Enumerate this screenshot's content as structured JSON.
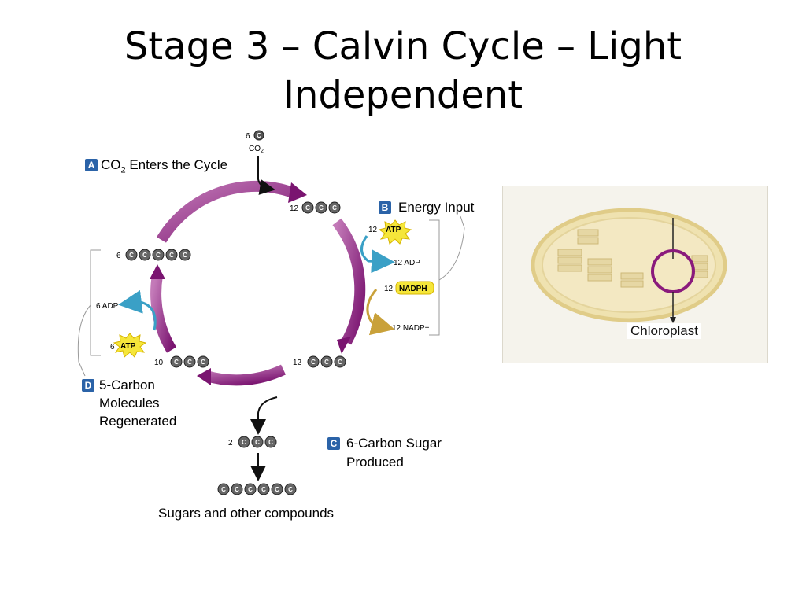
{
  "title": "Stage 3 – Calvin Cycle – Light Independent",
  "labels": {
    "step_a": "CO",
    "step_a_sub": "2",
    "step_a_rest": " Enters the Cycle",
    "step_b": "Energy Input",
    "step_c_line1": "6-Carbon Sugar",
    "step_c_line2": "Produced",
    "step_d_line1": "5-Carbon",
    "step_d_line2": "Molecules",
    "step_d_line3": "Regenerated",
    "sugars": "Sugars and other compounds",
    "chloroplast": "Chloroplast"
  },
  "step_letters": {
    "a": "A",
    "b": "B",
    "c": "C",
    "d": "D"
  },
  "molecules": {
    "co2_count": "6",
    "co2_label": "CO2",
    "pga_count": "12",
    "g3p_count": "12",
    "rubp_count": "6",
    "recycle_count": "10",
    "out_count": "2",
    "atp_in_count": "12",
    "atp_label": "ATP",
    "adp_out": "12 ADP",
    "nadph_count": "12",
    "nadph_label": "NADPH",
    "nadp_out": "12 NADP+",
    "adp_left": "6 ADP",
    "atp_left_count": "6",
    "carbon_glyph": "C"
  },
  "colors": {
    "cycle_purple": "#8a1a7c",
    "cycle_light": "#c37ab8",
    "step_box": "#2b63a8",
    "atp_yellow": "#f5e63a",
    "adp_arrow": "#3aa0c6",
    "nadph_arrow": "#c9a13a",
    "chloroplast_fill": "#efe2b0"
  }
}
